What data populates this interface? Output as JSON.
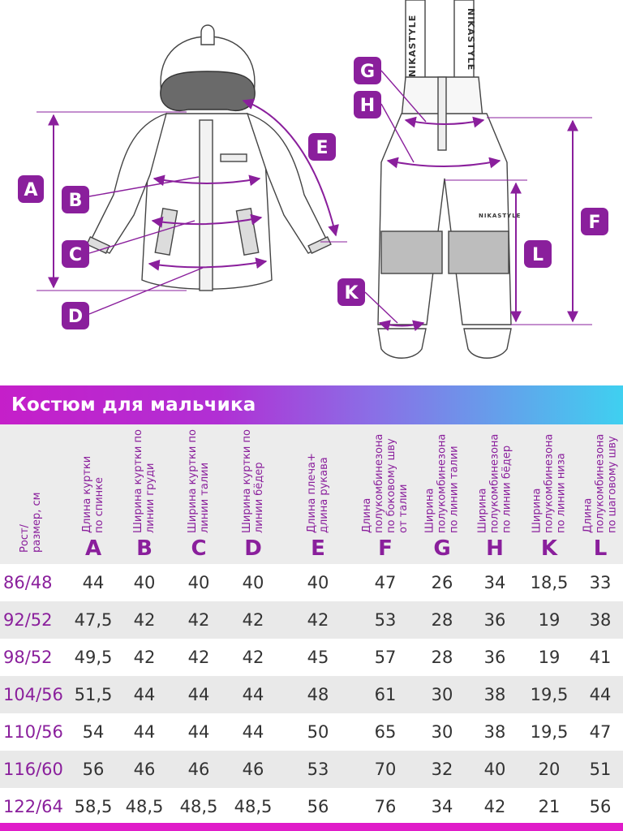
{
  "banner": {
    "title": "Костюм для мальчика"
  },
  "diagram": {
    "labels": [
      "A",
      "B",
      "C",
      "D",
      "E",
      "F",
      "G",
      "H",
      "K",
      "L"
    ],
    "brand_straps": "NIKASTYLE",
    "brand_pants": "NIKASTYLE"
  },
  "colors": {
    "accent": "#8a1f9c",
    "banner_start": "#c51fc9",
    "banner_end": "#3fd0f0",
    "bottom_bar": "#e01cc9"
  },
  "table": {
    "columns": [
      {
        "title": "Рост/\nразмер, см",
        "letter": ""
      },
      {
        "title": "Длина куртки\nпо спинке",
        "letter": "A"
      },
      {
        "title": "Ширина куртки по\nлинии груди",
        "letter": "B"
      },
      {
        "title": "Ширина куртки по\nлинии талии",
        "letter": "C"
      },
      {
        "title": "Ширина куртки по\nлинии бёдер",
        "letter": "D"
      },
      {
        "title": "Длина плеча+\nдлина рукава",
        "letter": "E"
      },
      {
        "title": "Длина\nполукомбинезона\nпо боковому шву\nот талии",
        "letter": "F"
      },
      {
        "title": "Ширина\nполукомбинезона\nпо линии талии",
        "letter": "G"
      },
      {
        "title": "Ширина\nполукомбинезона\nпо линии бёдер",
        "letter": "H"
      },
      {
        "title": "Ширина\nполукомбинезона\nпо линии низа",
        "letter": "K"
      },
      {
        "title": "Длина\nполукомбинезона\nпо шаговому шву",
        "letter": "L"
      }
    ],
    "rows": [
      [
        "86/48",
        "44",
        "40",
        "40",
        "40",
        "40",
        "47",
        "26",
        "34",
        "18,5",
        "33"
      ],
      [
        "92/52",
        "47,5",
        "42",
        "42",
        "42",
        "42",
        "53",
        "28",
        "36",
        "19",
        "38"
      ],
      [
        "98/52",
        "49,5",
        "42",
        "42",
        "42",
        "45",
        "57",
        "28",
        "36",
        "19",
        "41"
      ],
      [
        "104/56",
        "51,5",
        "44",
        "44",
        "44",
        "48",
        "61",
        "30",
        "38",
        "19,5",
        "44"
      ],
      [
        "110/56",
        "54",
        "44",
        "44",
        "44",
        "50",
        "65",
        "30",
        "38",
        "19,5",
        "47"
      ],
      [
        "116/60",
        "56",
        "46",
        "46",
        "46",
        "53",
        "70",
        "32",
        "40",
        "20",
        "51"
      ],
      [
        "122/64",
        "58,5",
        "48,5",
        "48,5",
        "48,5",
        "56",
        "76",
        "34",
        "42",
        "21",
        "56"
      ]
    ]
  }
}
